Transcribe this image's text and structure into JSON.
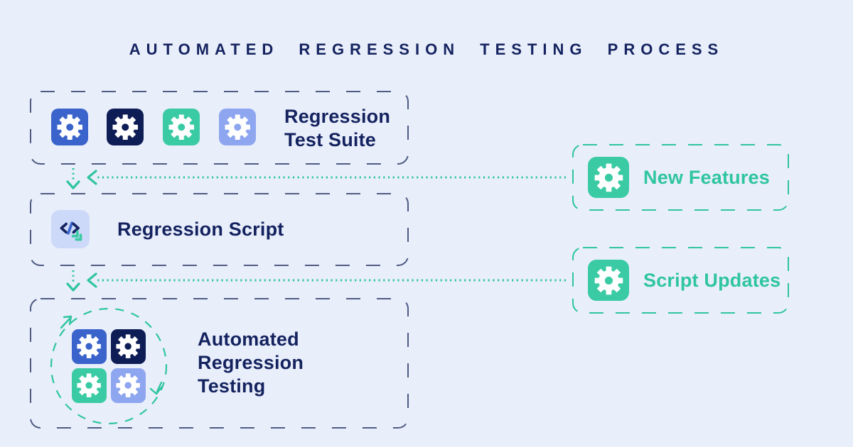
{
  "title": "AUTOMATED REGRESSION TESTING PROCESS",
  "colors": {
    "background": "#E9EEFB",
    "title_navy": "#14235F",
    "box_border_slate": "#4E5B82",
    "accent_teal": "#2FC5A0",
    "tile_blue": "#3A63CB",
    "tile_navy": "#0E1D55",
    "tile_teal": "#3BCBA4",
    "tile_periwinkle": "#8EA6F0",
    "code_tile_bg": "#CCD9F8"
  },
  "nodes": {
    "regression_test_suite": {
      "label": "Regression Test Suite",
      "lines": [
        "Regression",
        "Test Suite"
      ],
      "icons": [
        "gear-icon-blue",
        "gear-icon-navy",
        "gear-icon-teal",
        "gear-icon-periwinkle"
      ]
    },
    "regression_script": {
      "label": "Regression Script",
      "icon": "code-script-icon"
    },
    "automated_regression_testing": {
      "label": "Automated Regression Testing",
      "lines": [
        "Automated",
        "Regression",
        "Testing"
      ],
      "icons": [
        "gear-icon-blue",
        "gear-icon-navy",
        "gear-icon-teal",
        "gear-icon-periwinkle"
      ],
      "decoration": "dashed-cycle-circle-with-arrows"
    },
    "new_features": {
      "label": "New Features",
      "icon": "gear-icon-teal"
    },
    "script_updates": {
      "label": "Script Updates",
      "icon": "gear-icon-teal"
    }
  },
  "connections": [
    {
      "from": "regression_test_suite",
      "to": "regression_script",
      "style": "dotted-teal-arrow-down"
    },
    {
      "from": "new_features",
      "to": "regression_script",
      "style": "dotted-teal-arrow-left"
    },
    {
      "from": "regression_script",
      "to": "automated_regression_testing",
      "style": "dotted-teal-arrow-down"
    },
    {
      "from": "script_updates",
      "to": "automated_regression_testing",
      "style": "dotted-teal-arrow-left"
    }
  ]
}
